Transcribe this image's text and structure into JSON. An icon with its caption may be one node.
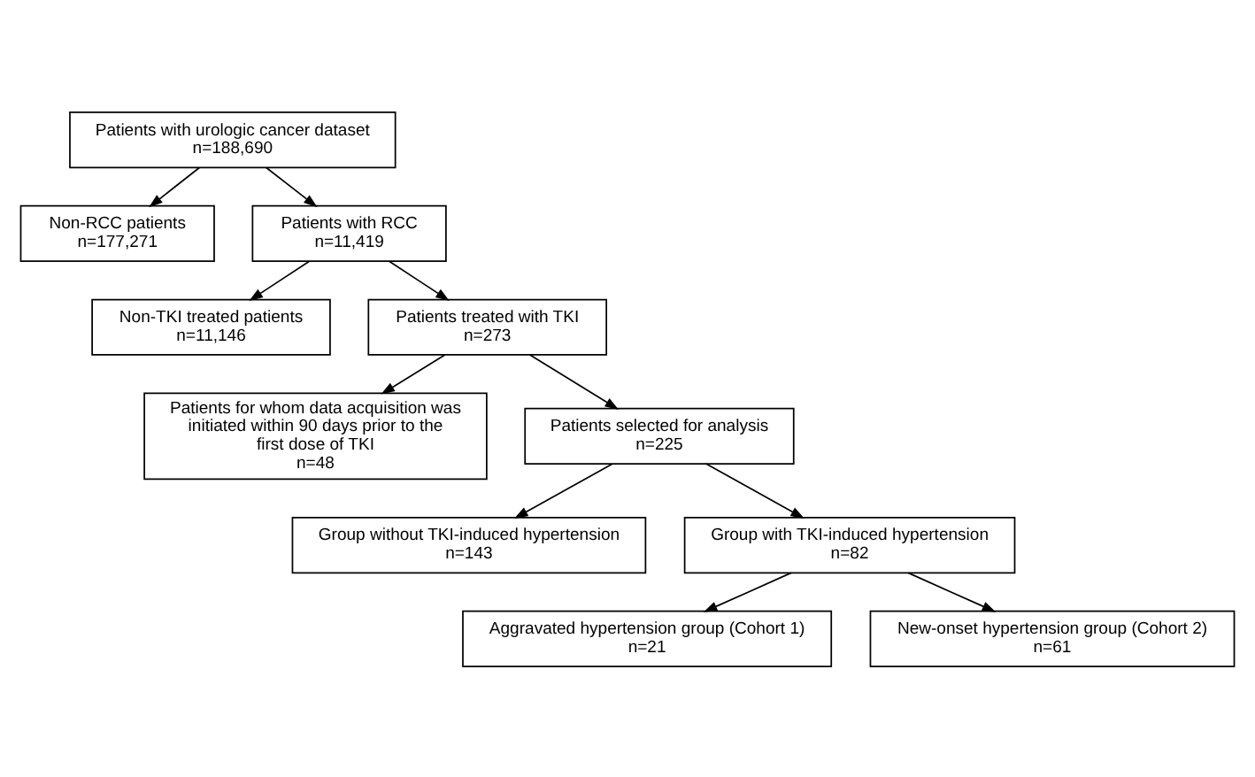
{
  "diagram": {
    "nodes": [
      {
        "text": [
          "Patients with urologic cancer dataset",
          "n=188,690"
        ]
      },
      {
        "text": [
          "Non-RCC patients",
          "n=177,271"
        ]
      },
      {
        "text": [
          "Patients with RCC",
          "n=11,419"
        ]
      },
      {
        "text": [
          "Non-TKI treated patients",
          "n=11,146"
        ]
      },
      {
        "text": [
          "Patients treated with TKI",
          "n=273"
        ]
      },
      {
        "text": [
          "Patients for whom data acquisition was initiated within 90 days prior to the first dose of TKI",
          "n=48"
        ]
      },
      {
        "text": [
          "Patients selected for analysis",
          "n=225"
        ]
      },
      {
        "text": [
          "Group without TKI-induced hypertension",
          "n=143"
        ]
      },
      {
        "text": [
          "Group with TKI-induced hypertension",
          "n=82"
        ]
      },
      {
        "text": [
          "Aggravated hypertension group (Cohort 1)",
          "n=21"
        ]
      },
      {
        "text": [
          "New-onset hypertension group (Cohort 2)",
          "n=61"
        ]
      }
    ],
    "edges": [
      {
        "from": 0,
        "to": 2,
        "arrow": "to"
      },
      {
        "from": 0,
        "to": 1,
        "arrow": "to"
      },
      {
        "from": 2,
        "to": 4,
        "arrow": "to"
      },
      {
        "from": 2,
        "to": 3,
        "arrow": "to"
      },
      {
        "from": 4,
        "to": 6,
        "arrow": "to"
      },
      {
        "from": 4,
        "to": 5,
        "arrow": "to"
      },
      {
        "from": 6,
        "to": 7,
        "arrow": "to"
      },
      {
        "from": 6,
        "to": 8,
        "arrow": "to"
      },
      {
        "from": 8,
        "to": 9,
        "arrow": "to"
      },
      {
        "from": 8,
        "to": 10,
        "arrow": "to"
      }
    ]
  }
}
